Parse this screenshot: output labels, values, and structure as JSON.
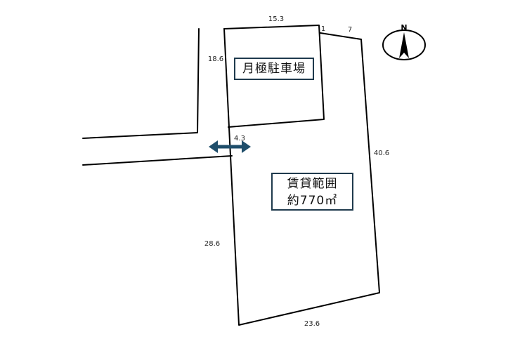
{
  "labels": {
    "parking": "月極駐車場",
    "rental_range": "賃貸範囲",
    "rental_area": "約770㎡"
  },
  "dimensions": {
    "top_parking": "15.3",
    "top_gap": "1",
    "top_right": "7",
    "parking_left": "18.6",
    "access_width": "4.3",
    "right_side": "40.6",
    "left_side": "28.6",
    "bottom": "23.6"
  },
  "compass": {
    "letter": "N",
    "icon": "north-arrow-icon"
  },
  "colors": {
    "line": "#000000",
    "frame": "#1f3a4d",
    "arrow": "#1f4e6b"
  }
}
